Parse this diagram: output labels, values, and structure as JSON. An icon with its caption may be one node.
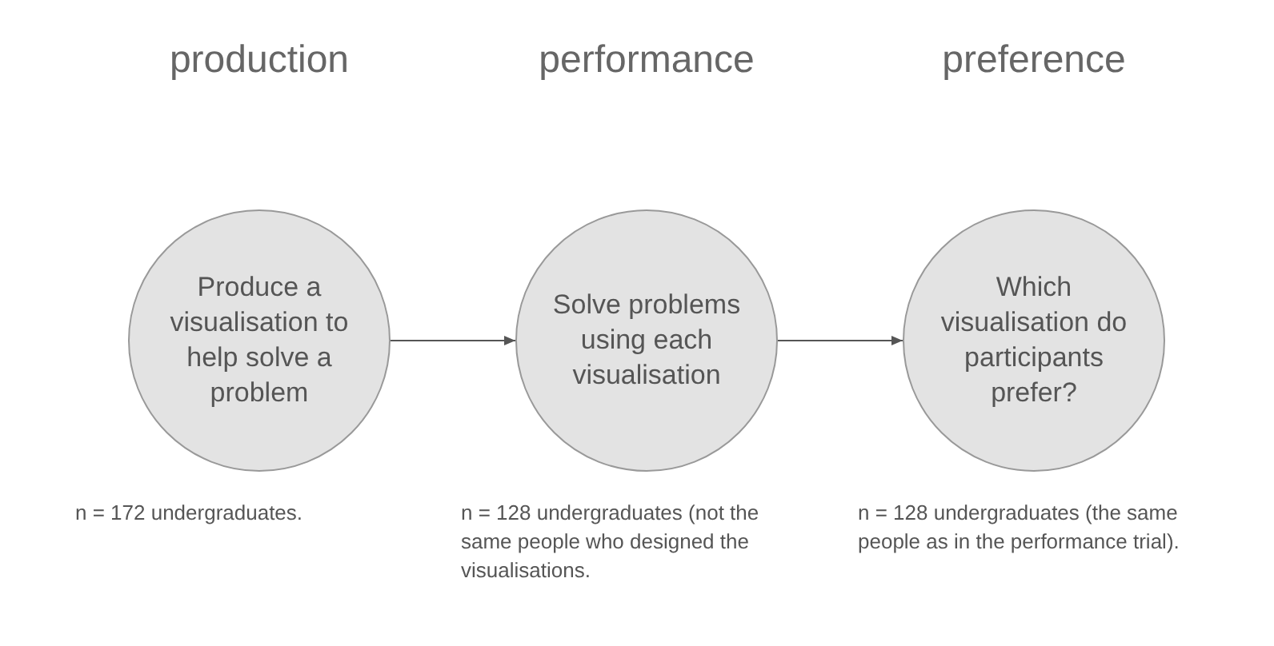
{
  "diagram": {
    "nodes": [
      {
        "text": [
          "production",
          "Produce a visualisation to help solve a problem"
        ],
        "beside": [
          "n = 172 undergraduates."
        ]
      },
      {
        "text": [
          "performance",
          "Solve problems using each visualisation"
        ],
        "beside": [
          "n = 128 undergraduates (not the same people who designed the visualisations."
        ]
      },
      {
        "text": [
          "preference",
          "Which visualisation do participants prefer?"
        ],
        "beside": [
          "n = 128 undergraduates (the same people as in the performance trial)."
        ]
      }
    ],
    "edges": [
      {
        "from": 0,
        "to": 1,
        "arrow": "to"
      },
      {
        "from": 1,
        "to": 2,
        "arrow": "to"
      }
    ]
  }
}
